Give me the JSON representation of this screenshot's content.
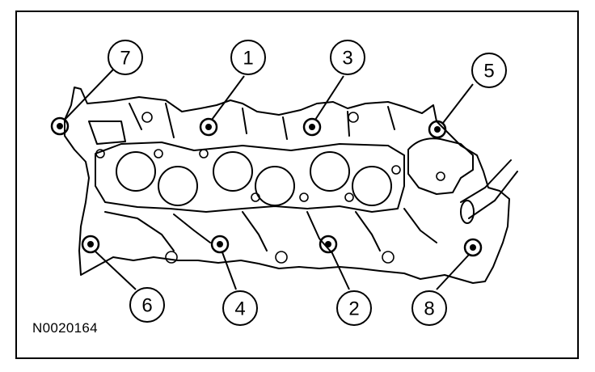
{
  "figure_code": "N0020164",
  "callouts": [
    {
      "label": "7"
    },
    {
      "label": "1"
    },
    {
      "label": "3"
    },
    {
      "label": "5"
    },
    {
      "label": "6"
    },
    {
      "label": "4"
    },
    {
      "label": "2"
    },
    {
      "label": "8"
    }
  ],
  "colors": {
    "line": "#000000",
    "background": "#ffffff"
  }
}
